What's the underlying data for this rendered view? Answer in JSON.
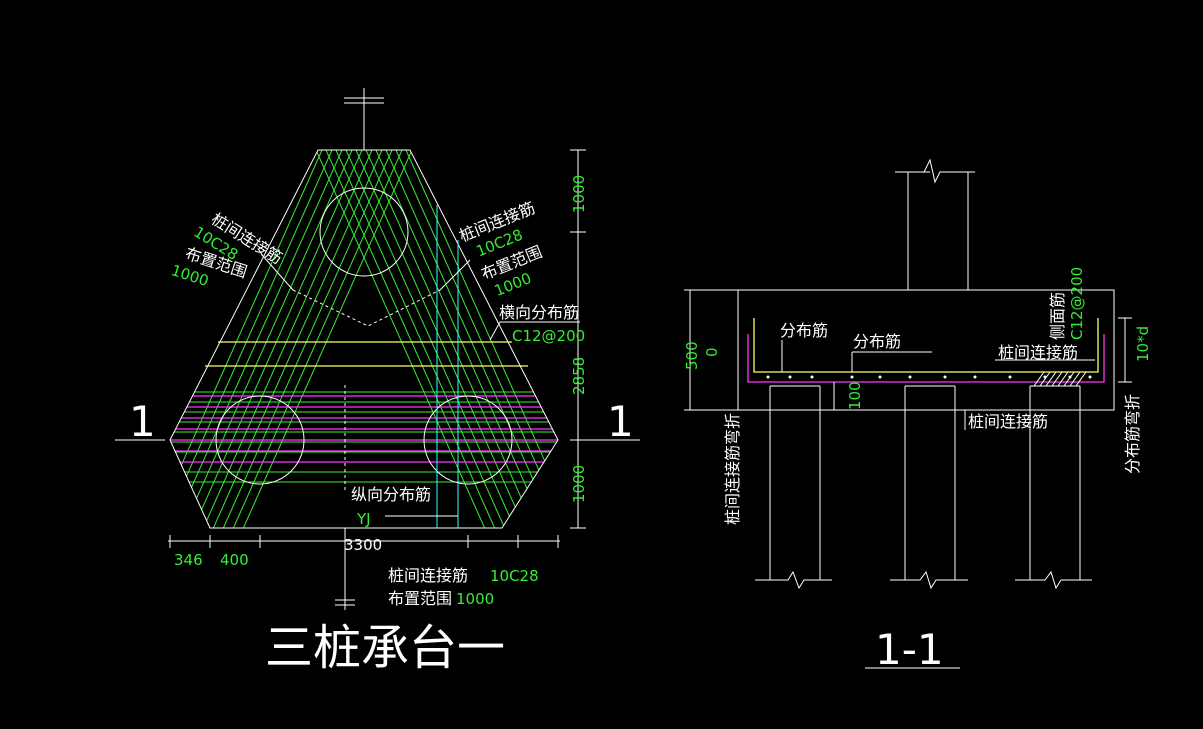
{
  "colors": {
    "background": "#000000",
    "outline": "#ffffff",
    "connect_bar": "#33ee33",
    "dist_bar_transverse": "#ffff66",
    "dist_bar_longitudinal": "#ff33ff",
    "axis": "#33ffff"
  },
  "plan": {
    "title": "三桩承台一",
    "section_mark": "1",
    "left_label": {
      "name": "桩间连接筋",
      "spec": "10C28",
      "range_label": "布置范围",
      "range": "1000"
    },
    "right_label": {
      "name": "桩间连接筋",
      "spec": "10C28",
      "range_label": "布置范围",
      "range": "1000"
    },
    "bottom_label": {
      "name": "桩间连接筋",
      "spec": "10C28",
      "range_label": "布置范围",
      "range": "1000"
    },
    "transverse": {
      "name": "横向分布筋",
      "spec": "C12@200"
    },
    "longitudinal": {
      "name": "纵向分布筋",
      "spec": "YJ"
    },
    "dims_vertical": [
      "1000",
      "2858",
      "1000"
    ],
    "dims_horizontal": [
      "346",
      "400",
      "3300"
    ]
  },
  "section": {
    "title": "1-1",
    "dist_bar_label": "分布筋",
    "dist_bar_label_2": "分布筋",
    "connect_label": "桩间连接筋",
    "connect_label_bottom": "桩间连接筋",
    "side_bar": {
      "name": "侧面筋",
      "spec": "C12@200"
    },
    "bend_left": "桩间连接筋弯折",
    "bend_right": "分布筋弯折",
    "dim_height": "500",
    "dim_height_suffix": "0",
    "dim_bottom": "100",
    "dim_side": "10*d"
  }
}
